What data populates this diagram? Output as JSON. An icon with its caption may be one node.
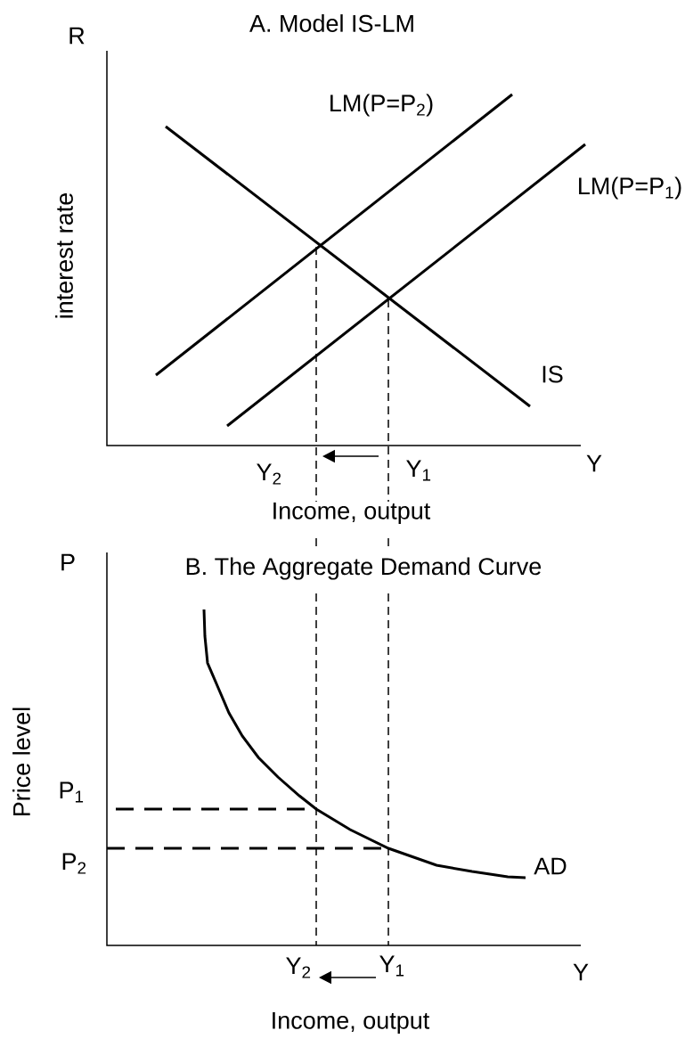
{
  "diagram": {
    "labels": [
      "A. Model  IS-LM",
      "R",
      "interest rate",
      "LM(P=P$_{2}$)",
      "LM(P=P$_{1}$)",
      "IS",
      "Y$_{2}$",
      "Y$_{1}$",
      "Y",
      "Income, output",
      "P",
      "B. The Aggregate Demand Curve",
      "Price level",
      "P$_{1}$",
      "P$_{2}$",
      "AD",
      "Y$_{2}$",
      "Y$_{1}$",
      "Y",
      "Income, output"
    ]
  }
}
